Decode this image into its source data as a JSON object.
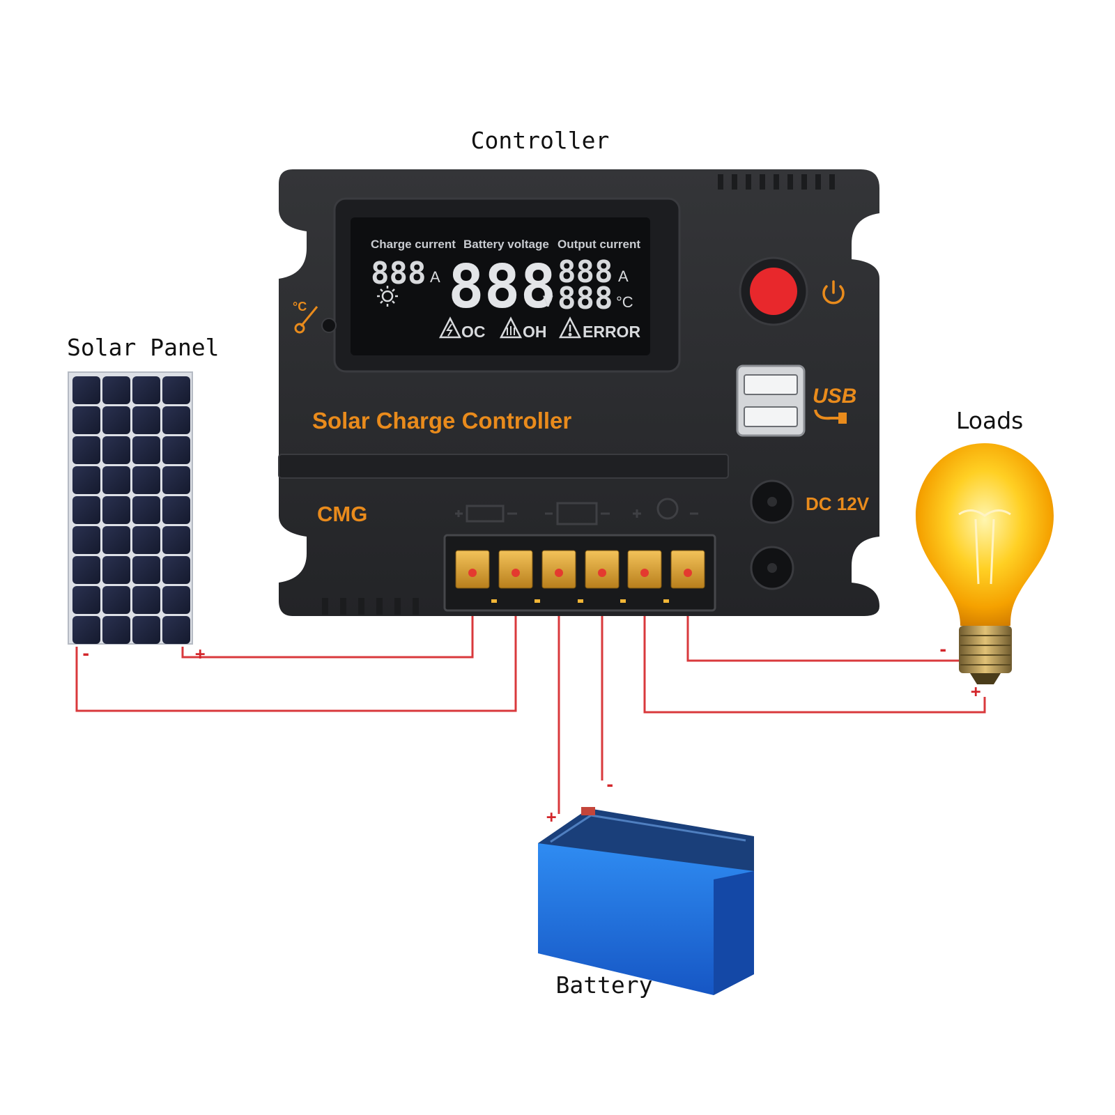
{
  "labels": {
    "controller": "Controller",
    "solar_panel": "Solar Panel",
    "loads": "Loads",
    "battery": "Battery"
  },
  "controller": {
    "brand_title": "Solar Charge Controller",
    "maker": "CMG",
    "dc_label": "DC 12V",
    "usb_label": "USB",
    "lcd": {
      "charge_current_label": "Charge current",
      "battery_voltage_label": "Battery voltage",
      "output_current_label": "Output current",
      "charge_digits": "888",
      "charge_unit": "A",
      "voltage_digits": "888",
      "voltage_unit": "V",
      "output_digits": "888",
      "output_unit": "A",
      "temp_digits": "888",
      "temp_unit": "°C",
      "warn_oc": "OC",
      "warn_oh": "OH",
      "warn_error": "ERROR"
    }
  },
  "polarity": {
    "panel_neg": "-",
    "panel_pos": "+",
    "battery_pos": "+",
    "battery_neg": "-",
    "load_neg": "-",
    "load_pos": "+"
  },
  "colors": {
    "accent_orange": "#e98b1c",
    "wire_red": "#d9393c",
    "power_button_red": "#e8282c",
    "battery_blue": "#1e73e0",
    "controller_body": "#2a2b2e"
  }
}
